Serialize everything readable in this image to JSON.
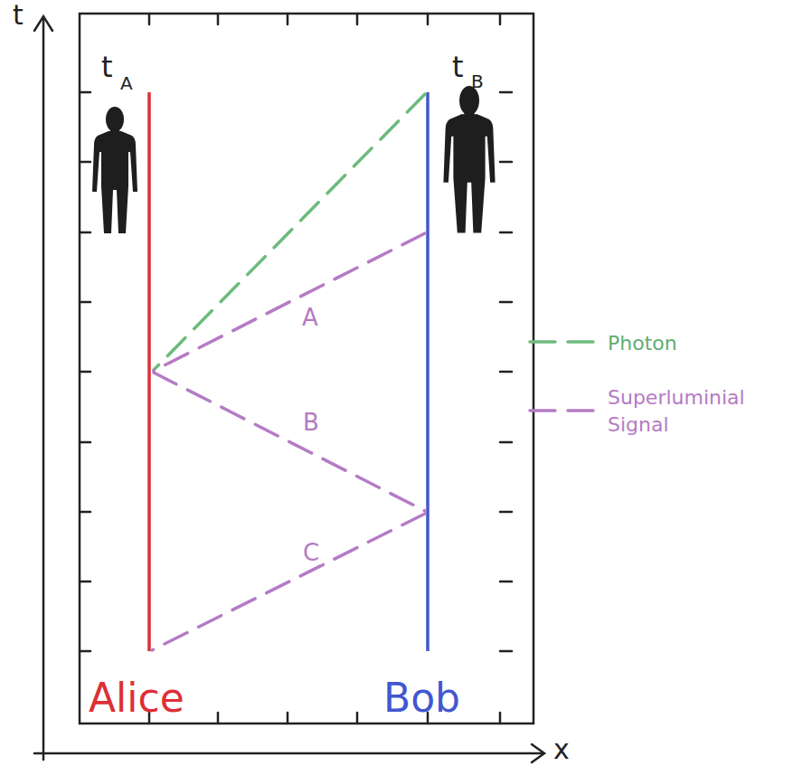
{
  "diagram": {
    "labels": [
      "t",
      "x",
      "t",
      "A",
      "t",
      "B",
      "A",
      "B",
      "C",
      "Alice",
      "Bob"
    ],
    "legend": [
      {
        "text": "Photon"
      },
      {
        "text": "Superluminial Signal"
      }
    ]
  }
}
